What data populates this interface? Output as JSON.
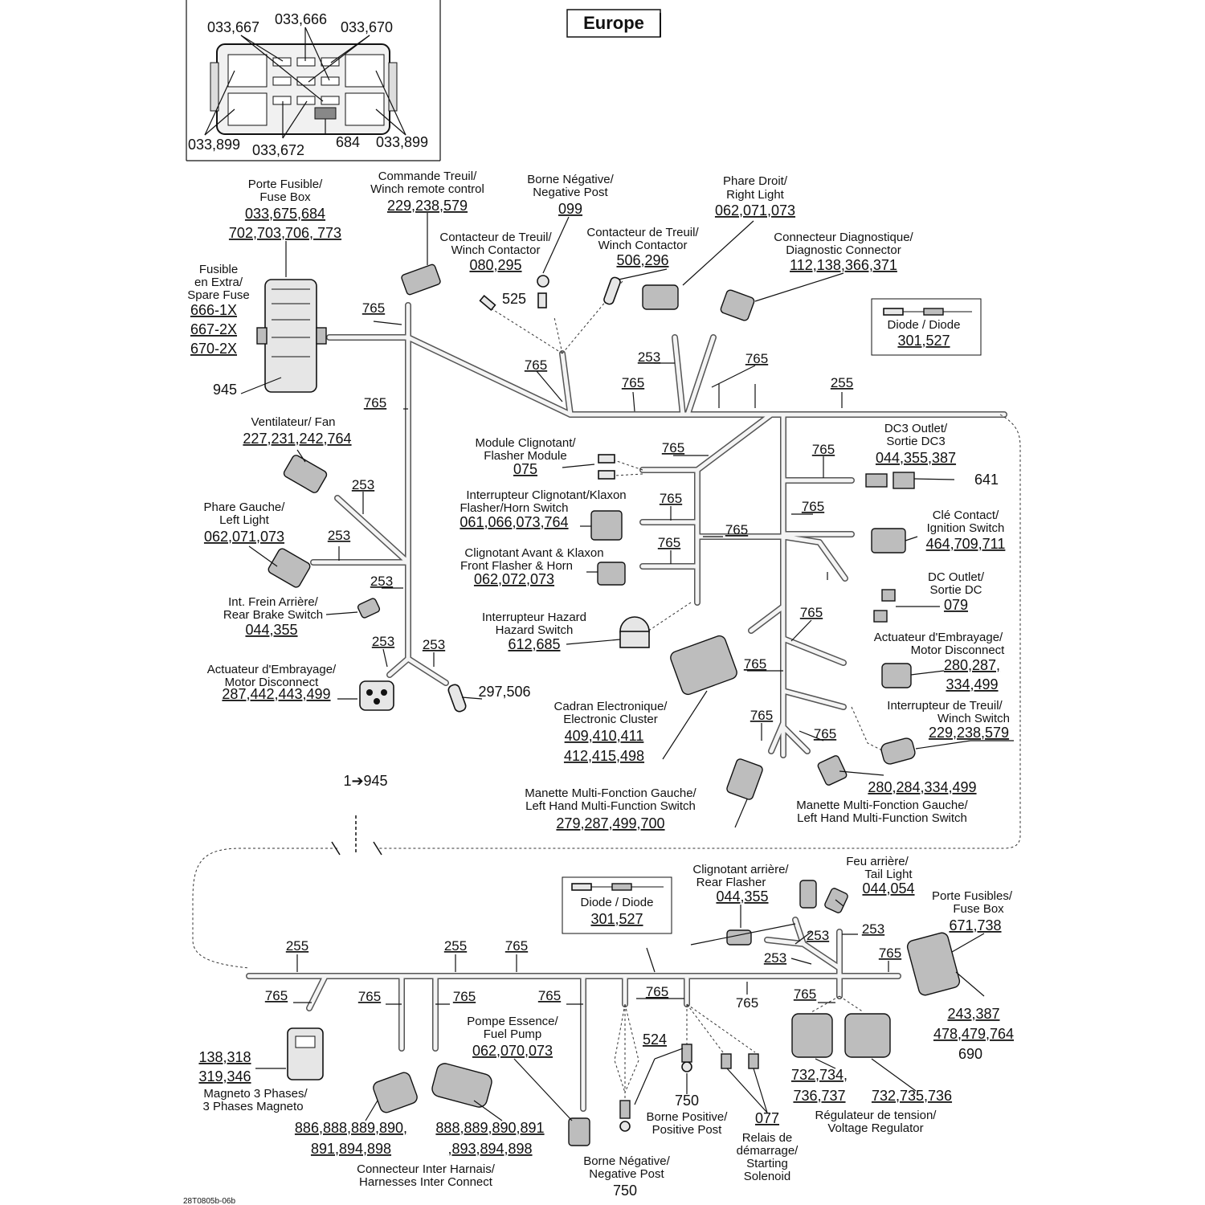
{
  "region": "Europe",
  "figure_code": "28T0805b-06b",
  "fusebox_detail": {
    "codes": [
      "033,667",
      "033,666",
      "033,670",
      "033,899",
      "033,672",
      "684",
      "033,899"
    ]
  },
  "labels": {
    "fuse_box": {
      "line1": "Porte Fusible/",
      "line2": "Fuse Box",
      "ref1": "033,675,684",
      "ref2": "702,703,706, 773"
    },
    "spare_fuse": {
      "line1": "Fusible",
      "line2": "en Extra/",
      "line3": "Spare Fuse",
      "ref1": "666-1X",
      "ref2": "667-2X",
      "ref3": "670-2X",
      "ref4": "945"
    },
    "winch_remote": {
      "line1": "Commande Treuil/",
      "line2": "Winch remote control",
      "ref": "229,238,579"
    },
    "negative_post_top": {
      "line1": "Borne Négative/",
      "line2": "Negative Post",
      "ref": "099"
    },
    "winch_contactor_1": {
      "line1": "Contacteur de Treuil/",
      "line2": "Winch Contactor",
      "ref": "080,295",
      "sub": "525"
    },
    "winch_contactor_2": {
      "line1": "Contacteur de Treuil/",
      "line2": "Winch Contactor",
      "ref": "506,296"
    },
    "right_light": {
      "line1": "Phare Droit/",
      "line2": "Right Light",
      "ref": "062,071,073"
    },
    "diag_connector": {
      "line1": "Connecteur Diagnostique/",
      "line2": "Diagnostic Connector",
      "ref": "112,138,366,371"
    },
    "diode_top": {
      "line1": "Diode / Diode",
      "ref": "301,527"
    },
    "fan": {
      "line1": "Ventilateur/ Fan",
      "ref": "227,231,242,764"
    },
    "left_light": {
      "line1": "Phare Gauche/",
      "line2": "Left Light",
      "ref": "062,071,073"
    },
    "rear_brake": {
      "line1": "Int. Frein Arrière/",
      "line2": "Rear Brake Switch",
      "ref": "044,355"
    },
    "motor_disc_left": {
      "line1": "Actuateur d'Embrayage/",
      "line2": "Motor Disconnect",
      "ref": "287,442,443,499"
    },
    "ref_297": "297,506",
    "flasher_module": {
      "line1": "Module Clignotant/",
      "line2": "Flasher Module",
      "ref": "075"
    },
    "flasher_horn": {
      "line1": "Interrupteur Clignotant/Klaxon",
      "line2": "Flasher/Horn Switch",
      "ref": "061,066,073,764"
    },
    "front_flasher": {
      "line1": "Clignotant Avant & Klaxon",
      "line2": "Front Flasher & Horn",
      "ref": "062,072,073"
    },
    "hazard": {
      "line1": "Interrupteur Hazard",
      "line2": "Hazard Switch",
      "ref": "612,685"
    },
    "cluster": {
      "line1": "Cadran Electronique/",
      "line2": "Electronic Cluster",
      "ref1": "409,410,411",
      "ref2": "412,415,498"
    },
    "dc3": {
      "line1": "DC3 Outlet/",
      "line2": "Sortie DC3",
      "ref": "044,355,387",
      "sub": "641"
    },
    "ignition": {
      "line1": "Clé Contact/",
      "line2": "Ignition Switch",
      "ref": "464,709,711"
    },
    "dc_outlet": {
      "line1": "DC Outlet/",
      "line2": "Sortie DC",
      "ref": "079"
    },
    "motor_disc_right": {
      "line1": "Actuateur d'Embrayage/",
      "line2": "Motor Disconnect",
      "ref1": "280,287,",
      "ref2": "334,499"
    },
    "winch_switch": {
      "line1": "Interrupteur de Treuil/",
      "line2": "Winch Switch",
      "ref": "229,238,579"
    },
    "lh_switch_1": {
      "line1": "Manette Multi-Fonction Gauche/",
      "line2": "Left Hand Multi-Function Switch",
      "ref": "279,287,499,700"
    },
    "lh_switch_2": {
      "line1": "Manette Multi-Fonction Gauche/",
      "line2": "Left Hand Multi-Function Switch",
      "ref": "280,284,334,499"
    },
    "continuation": "1➔945",
    "rear_flasher": {
      "line1": "Clignotant arrière/",
      "line2": "Rear Flasher",
      "ref": "044,355"
    },
    "tail_light": {
      "line1": "Feu arrière/",
      "line2": "Tail Light",
      "ref": "044,054"
    },
    "fuse_box_rear": {
      "line1": "Porte Fusibles/",
      "line2": "Fuse Box",
      "ref": "671,738"
    },
    "diode_bottom": {
      "line1": "Diode / Diode",
      "ref": "301,527"
    },
    "magneto": {
      "ref1": "138,318",
      "ref2": "319,346",
      "line1": "Magneto 3 Phases/",
      "line2": "3 Phases Magneto"
    },
    "inter_connect": {
      "ref1": "886,888,889,890,",
      "ref2": "891,894,898",
      "ref3": "888,889,890,891",
      "ref4": ",893,894,898",
      "line1": "Connecteur Inter Harnais/",
      "line2": "Harnesses Inter Connect"
    },
    "fuel_pump": {
      "line1": "Pompe Essence/",
      "line2": "Fuel Pump",
      "ref": "062,070,073"
    },
    "neg_post_bottom": {
      "line1": "Borne Négative/",
      "line2": "Negative Post",
      "ref": "750"
    },
    "pos_post": {
      "sub": "524",
      "ref": "750",
      "line1": "Borne Positive/",
      "line2": "Positive Post"
    },
    "starting_solenoid": {
      "ref": "077",
      "line1": "Relais de",
      "line2": "démarrage/",
      "line3": "Starting",
      "line4": "Solenoid"
    },
    "regulator": {
      "ref1": "732,734,",
      "ref2": "736,737",
      "ref3": "732,735,736",
      "line1": "Régulateur de tension/",
      "line2": "Voltage Regulator"
    },
    "rear_fuse_refs": {
      "ref1": "243,387",
      "ref2": "478,479,764",
      "ref3": "690"
    }
  },
  "callouts": {
    "c765": "765",
    "c253": "253",
    "c255": "255"
  }
}
